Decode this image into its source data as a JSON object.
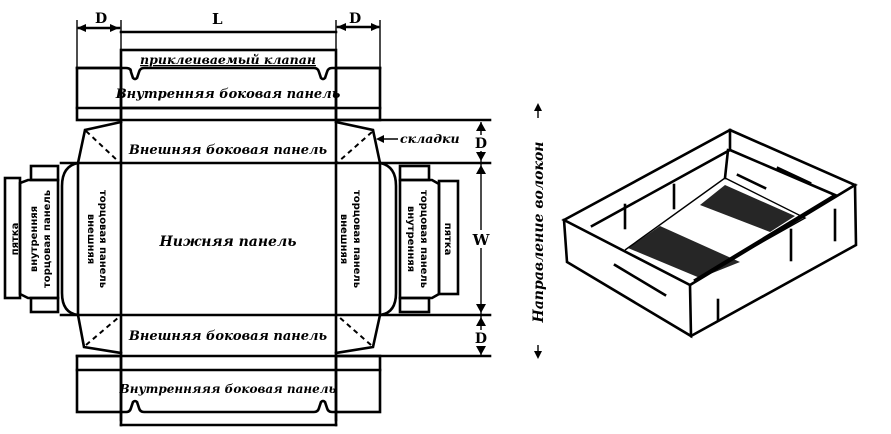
{
  "dimensions": {
    "depth_label": "D",
    "length_label": "L",
    "width_label": "W"
  },
  "panels": {
    "glue_flap": "приклеиваемый клапан",
    "inner_side_top": "Внутренняя боковая панель",
    "outer_side_top": "Внешняя боковая панель",
    "bottom": "Нижняя панель",
    "outer_side_bottom": "Внешняя боковая панель",
    "inner_side_bottom": "Внутренняяя боковая панель",
    "left_outer_end_line1": "внешняя",
    "left_outer_end_line2": "торцовая панель",
    "left_inner_end_line1": "внутренняя",
    "left_inner_end_line2": "торцовая панель",
    "left_heel": "пятка",
    "right_outer_end_line1": "внешняя",
    "right_outer_end_line2": "торцовая панель",
    "right_inner_end_line1": "внутренняя",
    "right_inner_end_line2": "торцовая панель",
    "right_heel": "пятка"
  },
  "annotations": {
    "folds": "складки",
    "fiber_direction": "Направление волокон"
  }
}
